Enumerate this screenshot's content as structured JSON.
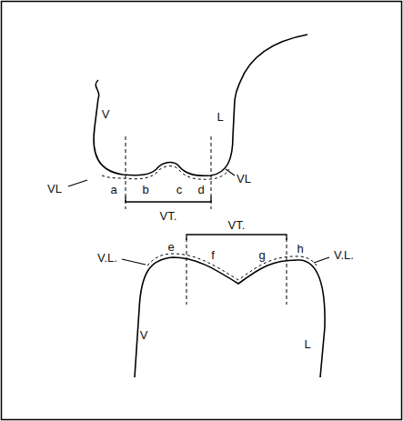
{
  "diagram": {
    "labels": [
      "V",
      "L",
      "VL",
      "a",
      "b",
      "c",
      "d",
      "VL",
      "VT.",
      "VT.",
      "V.L.",
      "e",
      "f",
      "g",
      "h",
      "V.L.",
      "V",
      "L"
    ]
  }
}
